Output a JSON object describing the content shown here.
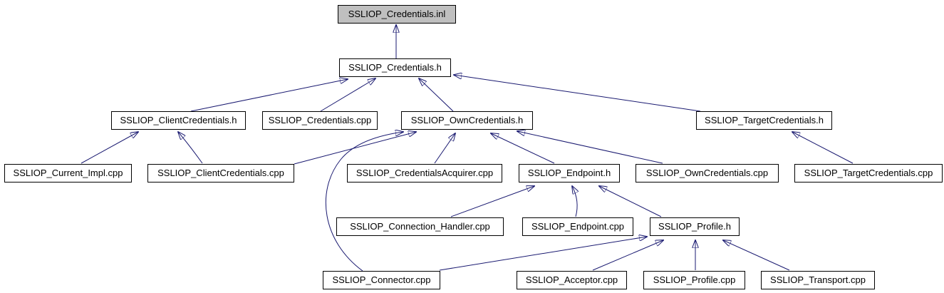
{
  "diagram": {
    "type": "include-dependency-graph",
    "background_color": "#ffffff",
    "edge_color": "#191970",
    "node_border_color": "#000000",
    "node_fill_color": "#ffffff",
    "highlighted_node_fill_color": "#bfbfbf",
    "nodes": [
      {
        "label": "SSLIOP_Credentials.inl",
        "highlighted": true
      },
      {
        "label": "SSLIOP_Credentials.h",
        "highlighted": false
      },
      {
        "label": "SSLIOP_ClientCredentials.h",
        "highlighted": false
      },
      {
        "label": "SSLIOP_Credentials.cpp",
        "highlighted": false
      },
      {
        "label": "SSLIOP_OwnCredentials.h",
        "highlighted": false
      },
      {
        "label": "SSLIOP_TargetCredentials.h",
        "highlighted": false
      },
      {
        "label": "SSLIOP_Current_Impl.cpp",
        "highlighted": false
      },
      {
        "label": "SSLIOP_ClientCredentials.cpp",
        "highlighted": false
      },
      {
        "label": "SSLIOP_CredentialsAcquirer.cpp",
        "highlighted": false
      },
      {
        "label": "SSLIOP_Endpoint.h",
        "highlighted": false
      },
      {
        "label": "SSLIOP_OwnCredentials.cpp",
        "highlighted": false
      },
      {
        "label": "SSLIOP_TargetCredentials.cpp",
        "highlighted": false
      },
      {
        "label": "SSLIOP_Connection_Handler.cpp",
        "highlighted": false
      },
      {
        "label": "SSLIOP_Endpoint.cpp",
        "highlighted": false
      },
      {
        "label": "SSLIOP_Profile.h",
        "highlighted": false
      },
      {
        "label": "SSLIOP_Connector.cpp",
        "highlighted": false
      },
      {
        "label": "SSLIOP_Acceptor.cpp",
        "highlighted": false
      },
      {
        "label": "SSLIOP_Profile.cpp",
        "highlighted": false
      },
      {
        "label": "SSLIOP_Transport.cpp",
        "highlighted": false
      }
    ],
    "edges": [
      {
        "from": "SSLIOP_Credentials.h",
        "to": "SSLIOP_Credentials.inl"
      },
      {
        "from": "SSLIOP_ClientCredentials.h",
        "to": "SSLIOP_Credentials.h"
      },
      {
        "from": "SSLIOP_Credentials.cpp",
        "to": "SSLIOP_Credentials.h"
      },
      {
        "from": "SSLIOP_OwnCredentials.h",
        "to": "SSLIOP_Credentials.h"
      },
      {
        "from": "SSLIOP_TargetCredentials.h",
        "to": "SSLIOP_Credentials.h"
      },
      {
        "from": "SSLIOP_Current_Impl.cpp",
        "to": "SSLIOP_ClientCredentials.h"
      },
      {
        "from": "SSLIOP_ClientCredentials.cpp",
        "to": "SSLIOP_ClientCredentials.h"
      },
      {
        "from": "SSLIOP_ClientCredentials.cpp",
        "to": "SSLIOP_OwnCredentials.h"
      },
      {
        "from": "SSLIOP_Connector.cpp",
        "to": "SSLIOP_OwnCredentials.h"
      },
      {
        "from": "SSLIOP_CredentialsAcquirer.cpp",
        "to": "SSLIOP_OwnCredentials.h"
      },
      {
        "from": "SSLIOP_Endpoint.h",
        "to": "SSLIOP_OwnCredentials.h"
      },
      {
        "from": "SSLIOP_OwnCredentials.cpp",
        "to": "SSLIOP_OwnCredentials.h"
      },
      {
        "from": "SSLIOP_TargetCredentials.cpp",
        "to": "SSLIOP_TargetCredentials.h"
      },
      {
        "from": "SSLIOP_Connection_Handler.cpp",
        "to": "SSLIOP_Endpoint.h"
      },
      {
        "from": "SSLIOP_Endpoint.cpp",
        "to": "SSLIOP_Endpoint.h"
      },
      {
        "from": "SSLIOP_Profile.h",
        "to": "SSLIOP_Endpoint.h"
      },
      {
        "from": "SSLIOP_Connector.cpp",
        "to": "SSLIOP_Profile.h"
      },
      {
        "from": "SSLIOP_Acceptor.cpp",
        "to": "SSLIOP_Profile.h"
      },
      {
        "from": "SSLIOP_Profile.cpp",
        "to": "SSLIOP_Profile.h"
      },
      {
        "from": "SSLIOP_Transport.cpp",
        "to": "SSLIOP_Profile.h"
      }
    ]
  }
}
